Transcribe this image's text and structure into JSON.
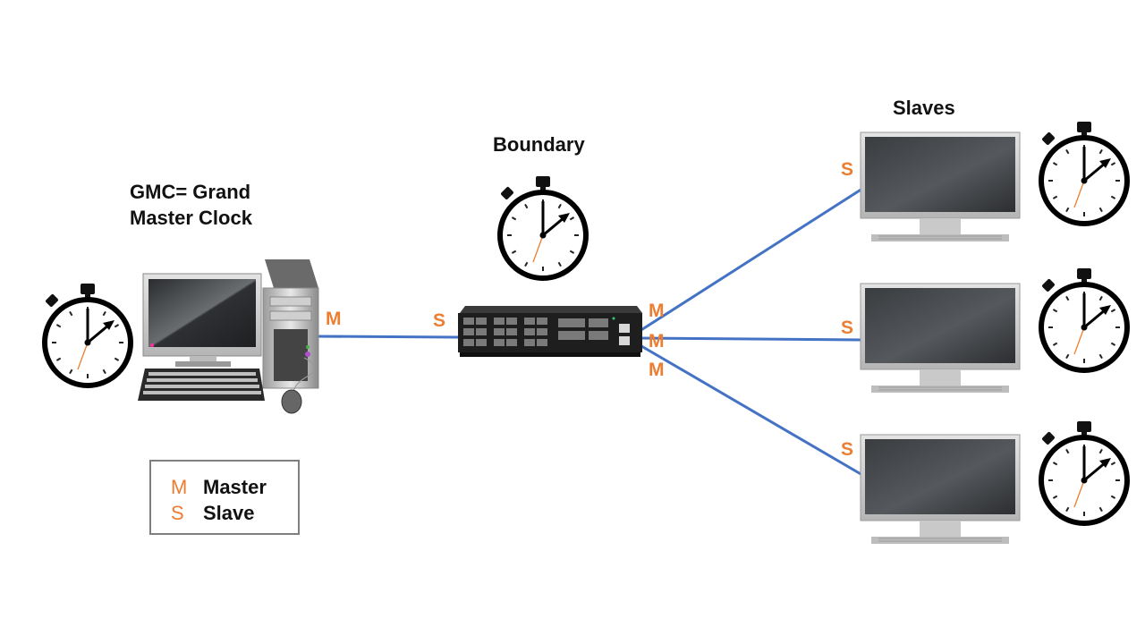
{
  "labels": {
    "gmc_line1": "GMC= Grand",
    "gmc_line2": "Master Clock",
    "boundary": "Boundary",
    "slaves": "Slaves"
  },
  "ports": {
    "gmc_out": "M",
    "boundary_in": "S",
    "boundary_out_1": "M",
    "boundary_out_2": "M",
    "boundary_out_3": "M",
    "slave_1_in": "S",
    "slave_2_in": "S",
    "slave_3_in": "S"
  },
  "legend": [
    {
      "code": "M",
      "text": "Master"
    },
    {
      "code": "S",
      "text": "Slave"
    }
  ],
  "colors": {
    "link": "#4472C4",
    "port": "#ED7D31",
    "legend_border": "#7f7f7f"
  },
  "icons": [
    "stopwatch-icon",
    "desktop-computer-icon",
    "network-switch-icon",
    "monitor-icon"
  ]
}
